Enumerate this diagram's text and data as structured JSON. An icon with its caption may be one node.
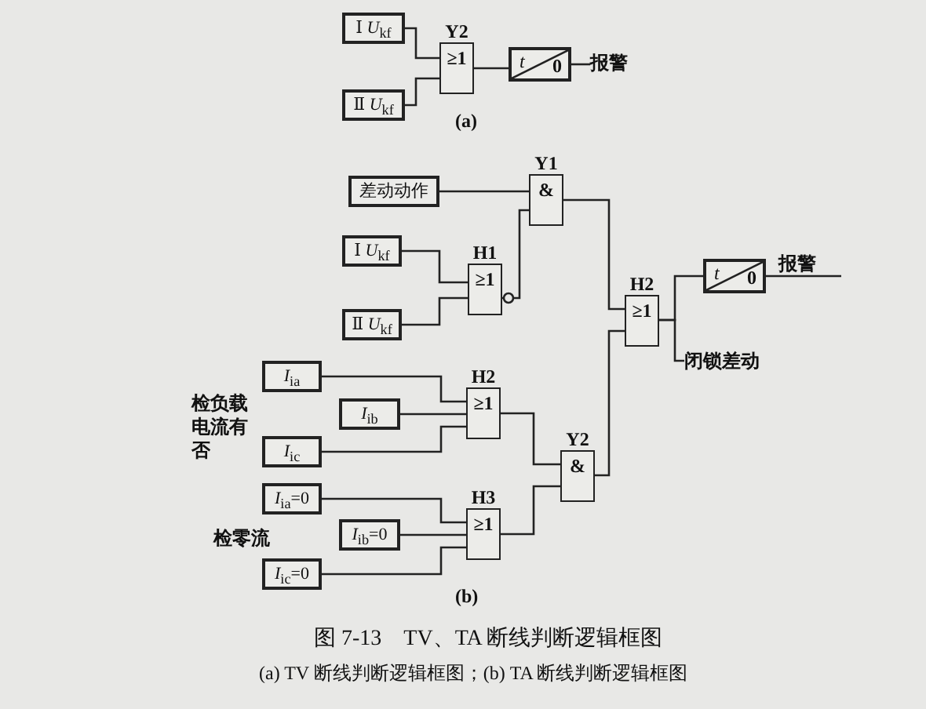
{
  "diagram": {
    "title": "图 7-13　TV、TA 断线判断逻辑框图",
    "caption": "(a) TV 断线判断逻辑框图；(b) TA 断线判断逻辑框图",
    "nodes": [
      {
        "text": [
          "Ⅰ *U*$_{kf}$"
        ]
      },
      {
        "text": [
          "Ⅱ *U*$_{kf}$"
        ]
      },
      {
        "text": [
          "≥1"
        ],
        "beside": [
          "Y2"
        ]
      },
      {
        "text": [
          "t",
          "0"
        ]
      },
      {
        "text": [
          "报警"
        ]
      },
      {
        "text": [
          "差动动作"
        ]
      },
      {
        "text": [
          "Ⅰ *U*$_{kf}$"
        ]
      },
      {
        "text": [
          "Ⅱ *U*$_{kf}$"
        ]
      },
      {
        "text": [
          "≥1"
        ],
        "beside": [
          "H1"
        ]
      },
      {
        "text": [
          "&"
        ],
        "beside": [
          "Y1"
        ]
      },
      {
        "text": [
          "≥1"
        ],
        "beside": [
          "H2"
        ]
      },
      {
        "text": [
          "t",
          "0"
        ]
      },
      {
        "text": [
          "报警"
        ]
      },
      {
        "text": [
          "闭锁差动"
        ]
      },
      {
        "text": [
          "*I*$_{ia}$"
        ]
      },
      {
        "text": [
          "*I*$_{ib}$"
        ]
      },
      {
        "text": [
          "*I*$_{ic}$"
        ]
      },
      {
        "text": [
          "≥1"
        ],
        "beside": [
          "H2"
        ]
      },
      {
        "text": [
          "*I*$_{ia}$=0"
        ]
      },
      {
        "text": [
          "*I*$_{ib}$=0"
        ]
      },
      {
        "text": [
          "*I*$_{ic}$=0"
        ]
      },
      {
        "text": [
          "≥1"
        ],
        "beside": [
          "H3"
        ]
      },
      {
        "text": [
          "&"
        ],
        "beside": [
          "Y2"
        ]
      }
    ],
    "edges": [
      {
        "from": 0,
        "to": 2,
        "arrow": "none"
      },
      {
        "from": 1,
        "to": 2,
        "arrow": "none"
      },
      {
        "from": 2,
        "to": 3,
        "arrow": "none"
      },
      {
        "from": 3,
        "to": 4,
        "arrow": "none"
      },
      {
        "from": 5,
        "to": 9,
        "arrow": "none"
      },
      {
        "from": 6,
        "to": 8,
        "arrow": "none"
      },
      {
        "from": 7,
        "to": 8,
        "arrow": "none"
      },
      {
        "from": 8,
        "to": 9,
        "arrow": "other"
      },
      {
        "from": 9,
        "to": 10,
        "arrow": "none"
      },
      {
        "from": 22,
        "to": 10,
        "arrow": "none"
      },
      {
        "from": 10,
        "to": 11,
        "arrow": "none"
      },
      {
        "from": 11,
        "to": 12,
        "arrow": "none"
      },
      {
        "from": 10,
        "to": 13,
        "arrow": "none"
      },
      {
        "from": 14,
        "to": 17,
        "arrow": "none"
      },
      {
        "from": 15,
        "to": 17,
        "arrow": "none"
      },
      {
        "from": 16,
        "to": 17,
        "arrow": "none"
      },
      {
        "from": 18,
        "to": 21,
        "arrow": "none"
      },
      {
        "from": 19,
        "to": 21,
        "arrow": "none"
      },
      {
        "from": 20,
        "to": 21,
        "arrow": "none"
      },
      {
        "from": 17,
        "to": 22,
        "arrow": "none"
      },
      {
        "from": 21,
        "to": 22,
        "arrow": "none"
      }
    ],
    "labels": [
      "(a)",
      "检负载电流有否",
      "检零流",
      "(b)"
    ]
  }
}
